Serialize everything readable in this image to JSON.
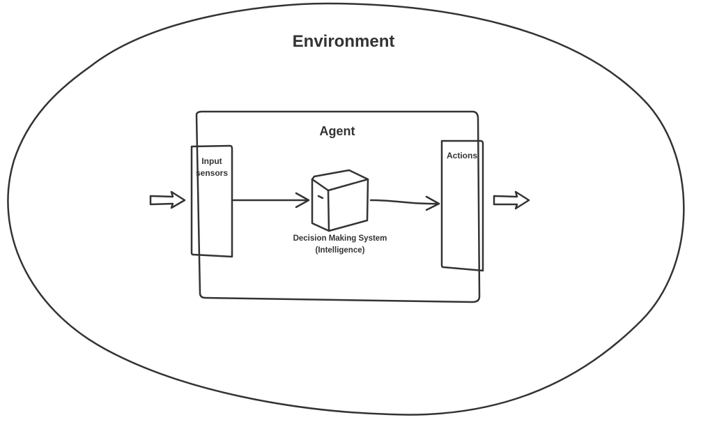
{
  "environment": {
    "label": "Environment"
  },
  "agent": {
    "label": "Agent"
  },
  "input_sensors": {
    "line1": "Input",
    "line2": "sensors"
  },
  "actions": {
    "label": "Actions"
  },
  "decision_system": {
    "line1": "Decision Making System",
    "line2": "(Intelligence)"
  },
  "colors": {
    "stroke": "#333333",
    "background": "#ffffff"
  }
}
